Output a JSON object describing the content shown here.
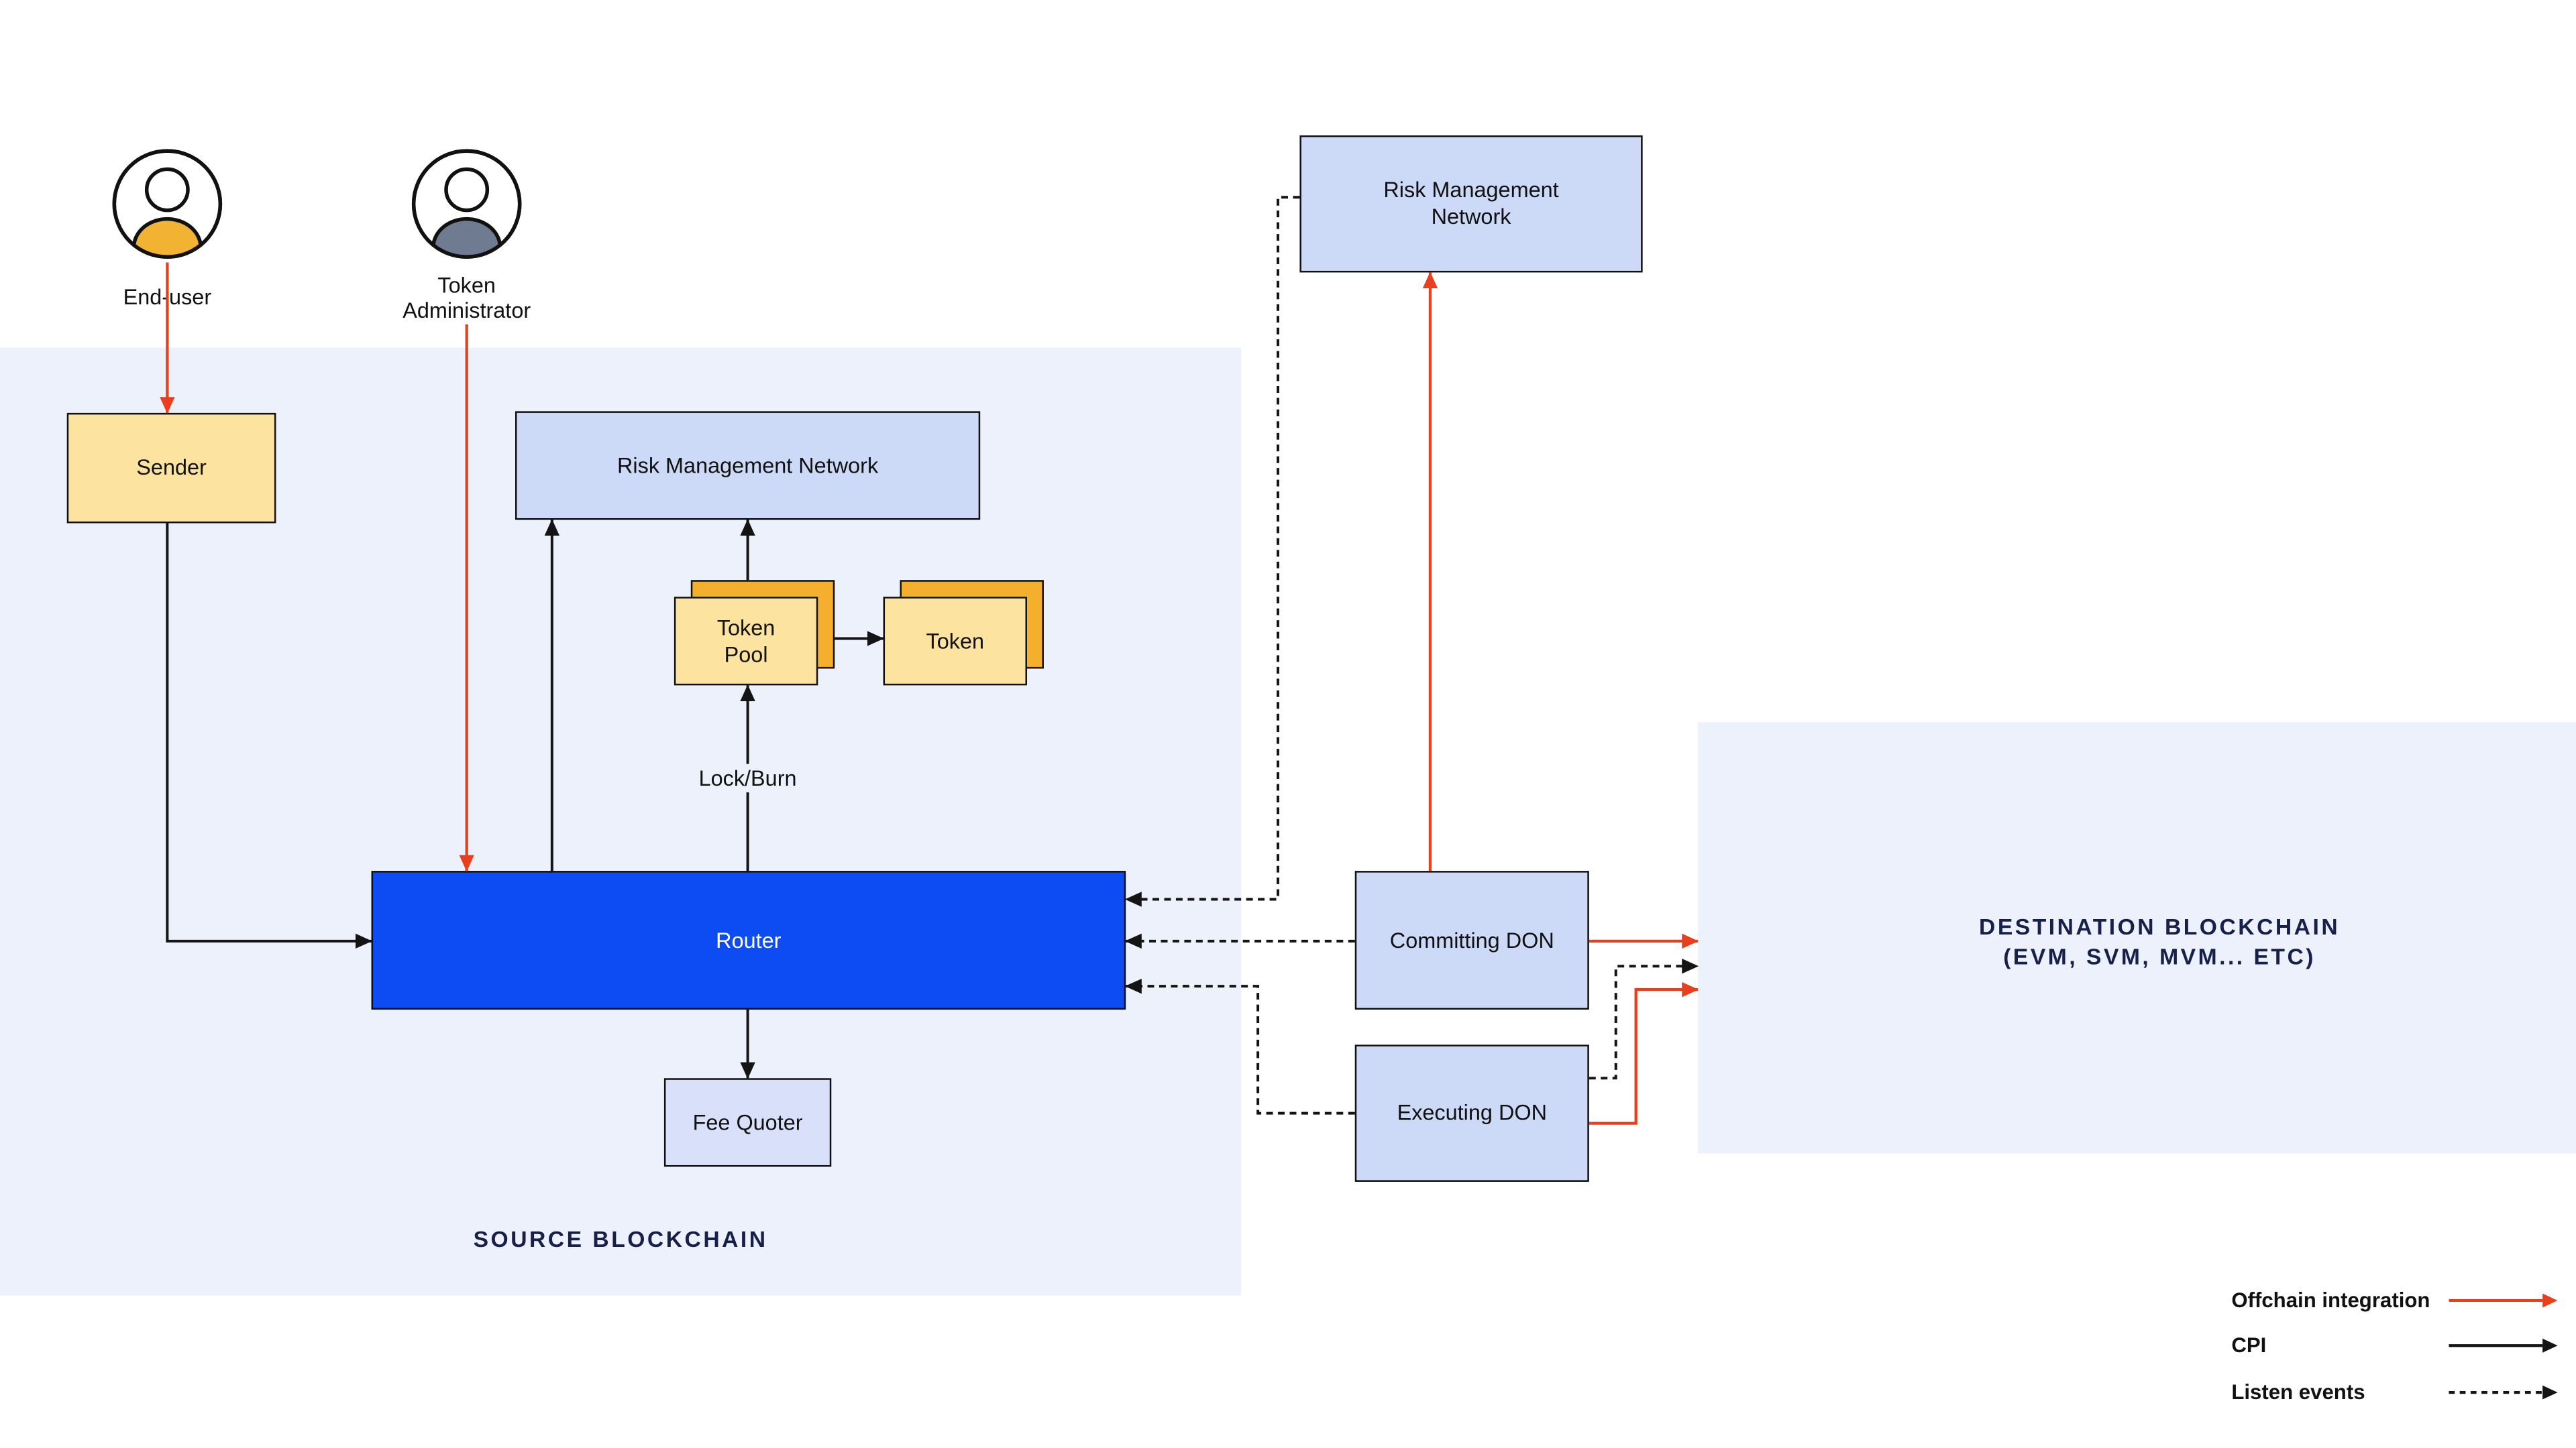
{
  "colors": {
    "region_bg": "#edf1fc",
    "box_blue": "#ccd9f7",
    "box_blue_light": "#d9e1fa",
    "box_yellow": "#fce3a0",
    "box_yellow_back": "#f4b02c",
    "router_blue": "#0d4cf2",
    "arrow_red": "#e8401f",
    "arrow_black": "#141414",
    "actor_yellow": "#f2b232",
    "actor_gray": "#6e7b91"
  },
  "actors": {
    "end_user": {
      "label": "End-user"
    },
    "token_admin": {
      "label": "Token Administrator"
    }
  },
  "regions": {
    "source": {
      "label": "SOURCE BLOCKCHAIN"
    },
    "destination": {
      "line1": "DESTINATION BLOCKCHAIN",
      "line2": "(EVM, SVM, MVM... ETC)"
    }
  },
  "nodes": {
    "sender": {
      "label": "Sender"
    },
    "rmn_source": {
      "label": "Risk Management Network"
    },
    "token_pool": {
      "label": "Token Pool"
    },
    "token": {
      "label": "Token"
    },
    "router": {
      "label": "Router"
    },
    "fee_quoter": {
      "label": "Fee Quoter"
    },
    "rmn_offchain": {
      "label": "Risk Management Network"
    },
    "committing_don": {
      "label": "Committing DON"
    },
    "executing_don": {
      "label": "Executing DON"
    }
  },
  "edge_labels": {
    "lock_burn": "Lock/Burn"
  },
  "legend": [
    {
      "label": "Offchain integration",
      "style": "red-solid"
    },
    {
      "label": "CPI",
      "style": "black-solid"
    },
    {
      "label": "Listen events",
      "style": "black-dashed"
    }
  ]
}
